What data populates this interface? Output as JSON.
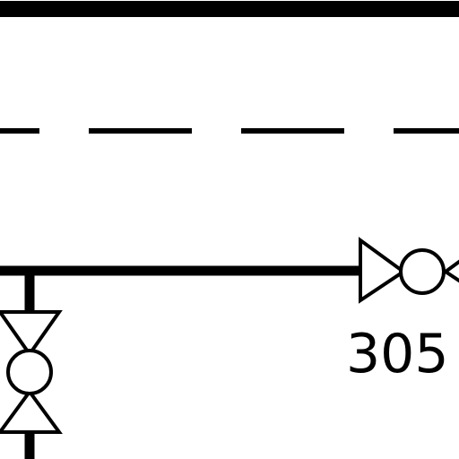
{
  "valves": [
    {
      "tag": "305",
      "orientation": "horizontal",
      "label": "305"
    },
    {
      "tag": "",
      "orientation": "vertical",
      "label": ""
    }
  ],
  "lines": [
    {
      "style": "solid"
    },
    {
      "style": "dashed"
    },
    {
      "style": "solid"
    },
    {
      "style": "solid"
    }
  ],
  "colors": {
    "stroke": "#000000",
    "fill": "#ffffff",
    "background": "#ffffff"
  }
}
